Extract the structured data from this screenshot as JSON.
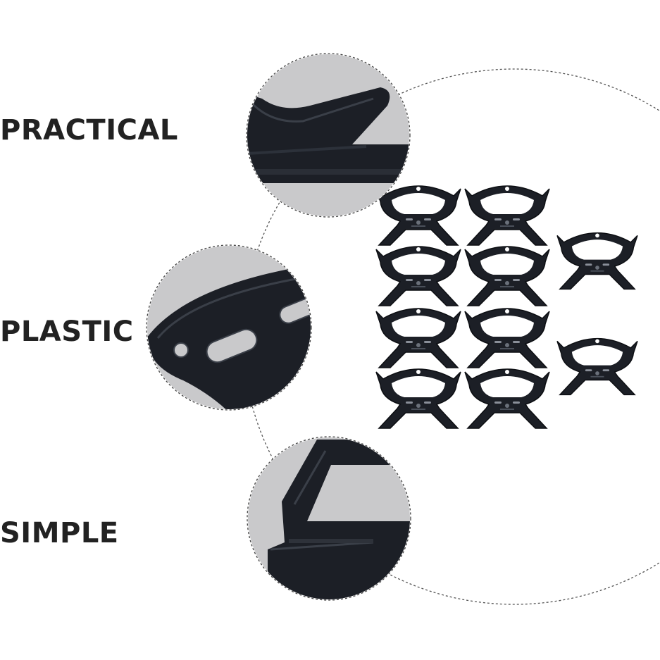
{
  "features": [
    {
      "label": "PRACTICAL",
      "icon": "corner-closeup"
    },
    {
      "label": "PLASTIC",
      "icon": "slotted-arc-closeup"
    },
    {
      "label": "SIMPLE",
      "icon": "flange-closeup"
    }
  ],
  "colors": {
    "background": "#ffffff",
    "text": "#222222",
    "zoom_bg": "#c9c9cb",
    "product": "#1c1f26",
    "dashed_line": "#555555"
  },
  "product_count": 10
}
